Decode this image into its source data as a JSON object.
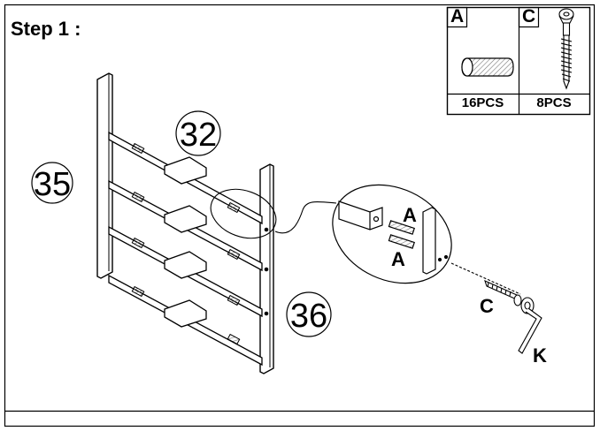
{
  "step": {
    "title": "Step 1 :"
  },
  "parts": [
    {
      "letter": "A",
      "quantity": "16PCS",
      "icon": "wooden-dowel-icon"
    },
    {
      "letter": "C",
      "quantity": "8PCS",
      "icon": "screw-icon"
    }
  ],
  "callouts": {
    "part_32": "32",
    "part_35": "35",
    "part_36": "36",
    "detail_A_top": "A",
    "detail_A_bottom": "A",
    "screw_C": "C",
    "hex_key_K": "K"
  },
  "colors": {
    "line": "#000000",
    "background": "#ffffff",
    "hatch": "#9a9a9a"
  }
}
